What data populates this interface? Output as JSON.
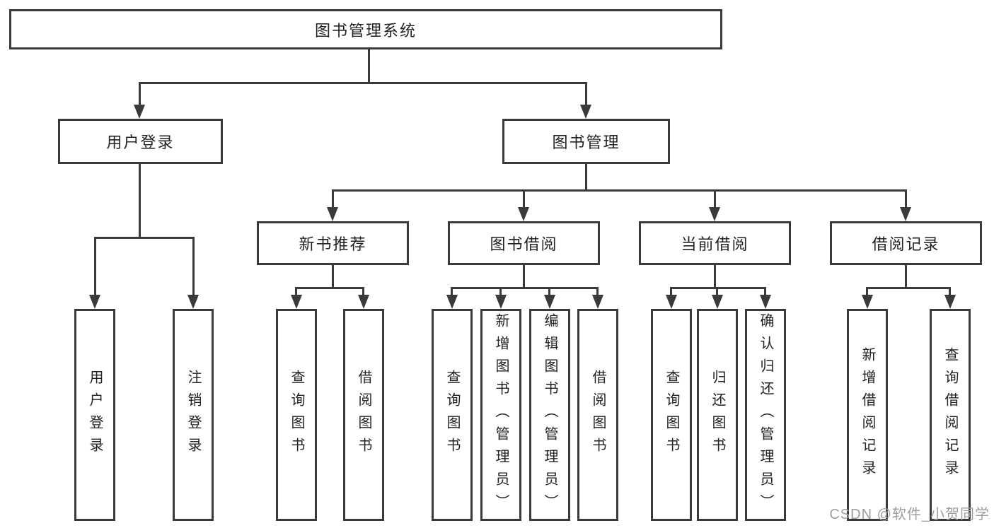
{
  "diagram": {
    "title": "图书管理系统",
    "l2": [
      {
        "label": "用户登录",
        "leaves": [
          "用户登录",
          "注销登录"
        ]
      },
      {
        "label": "图书管理",
        "l3": [
          {
            "label": "新书推荐",
            "leaves": [
              "查询图书",
              "借阅图书"
            ]
          },
          {
            "label": "图书借阅",
            "leaves": [
              "查询图书",
              "新增图书（管理员）",
              "编辑图书（管理员）",
              "借阅图书"
            ]
          },
          {
            "label": "当前借阅",
            "leaves": [
              "查询图书",
              "归还图书",
              "确认归还（管理员）"
            ]
          },
          {
            "label": "借阅记录",
            "leaves": [
              "新增借阅记录",
              "查询借阅记录"
            ]
          }
        ]
      }
    ],
    "watermark": "CSDN @软件_小贺同学",
    "colors": {
      "line": "#3a3a3a",
      "text": "#222222",
      "watermark": "#9e9e9e",
      "background": "#ffffff"
    }
  }
}
